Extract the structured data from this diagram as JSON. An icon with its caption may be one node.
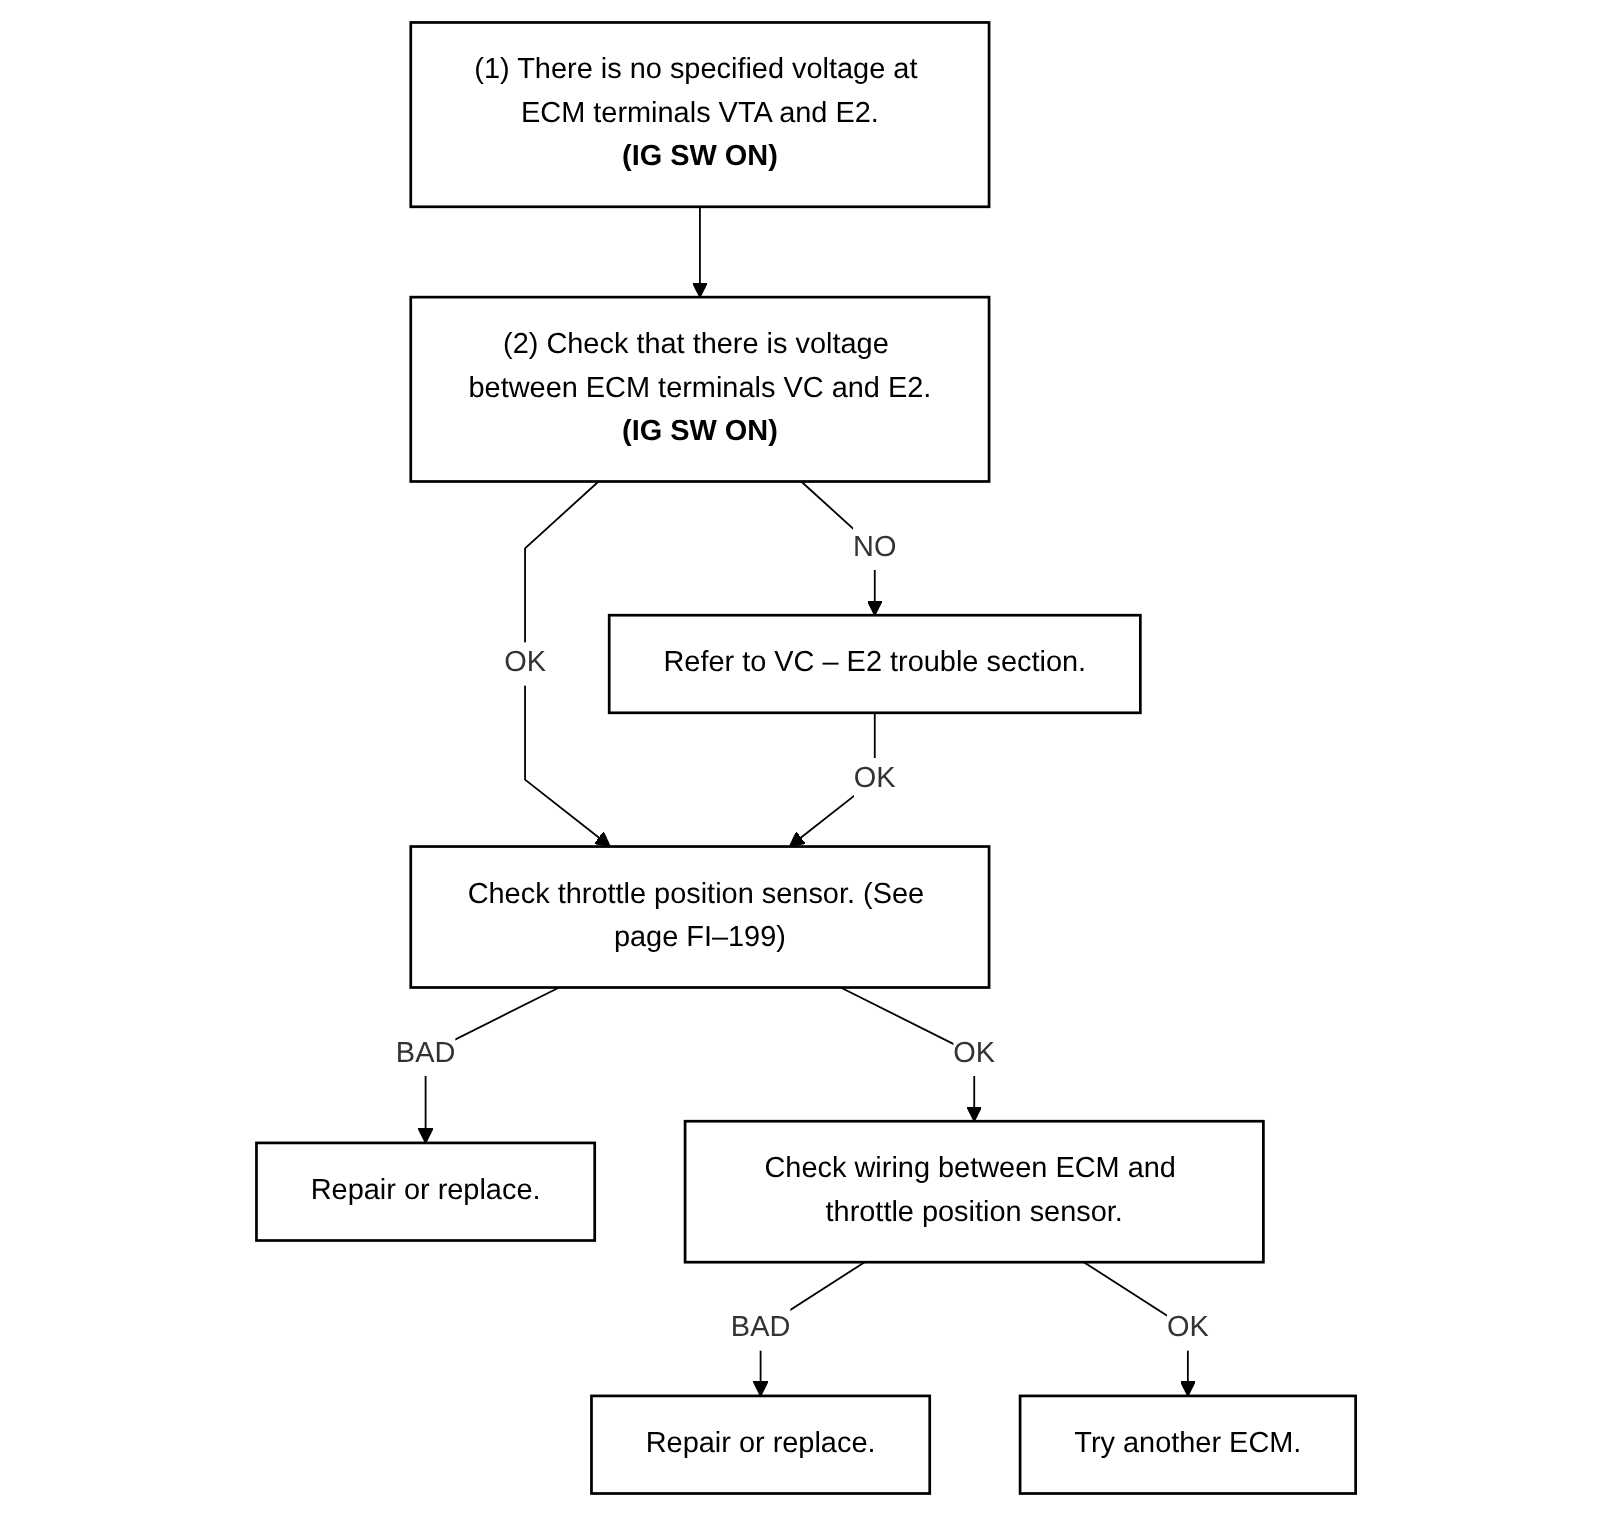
{
  "diagram": {
    "nodes": [
      {
        "text": [
          "(1) There is no specified voltage at ECM terminals VTA and E2.",
          "(IG SW ON)"
        ]
      },
      {
        "text": [
          "(2) Check that there is voltage between ECM terminals VC and E2.",
          "(IG SW ON)"
        ]
      },
      {
        "text": [
          "Refer to VC – E2 trouble section."
        ]
      },
      {
        "text": [
          "Check throttle position sensor. (See page FI–199)"
        ]
      },
      {
        "text": [
          "Repair or replace."
        ]
      },
      {
        "text": [
          "Check wiring between ECM and throttle position sensor."
        ]
      },
      {
        "text": [
          "Repair or replace."
        ]
      },
      {
        "text": [
          "Try another ECM."
        ]
      }
    ],
    "edges": [
      {
        "from": 0,
        "to": 1,
        "arrow": "to"
      },
      {
        "from": 1,
        "to": 2,
        "arrow": "to",
        "label": "NO"
      },
      {
        "from": 1,
        "to": 3,
        "arrow": "to",
        "label": "OK"
      },
      {
        "from": 2,
        "to": 3,
        "arrow": "to",
        "label": "OK"
      },
      {
        "from": 3,
        "to": 4,
        "arrow": "to",
        "label": "BAD"
      },
      {
        "from": 3,
        "to": 5,
        "arrow": "to",
        "label": "OK"
      },
      {
        "from": 5,
        "to": 6,
        "arrow": "to",
        "label": "BAD"
      },
      {
        "from": 5,
        "to": 7,
        "arrow": "to",
        "label": "OK"
      }
    ]
  }
}
